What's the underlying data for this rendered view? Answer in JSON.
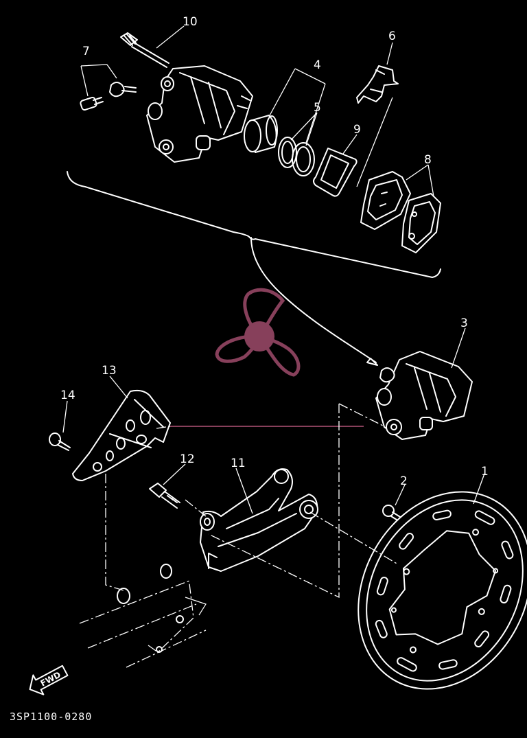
{
  "diagram": {
    "callouts": [
      "1",
      "2",
      "3",
      "4",
      "5",
      "6",
      "7",
      "8",
      "9",
      "10",
      "11",
      "12",
      "13",
      "14"
    ],
    "fwd_label": "FWD",
    "reference_code": "3SP1100-0280",
    "watermark_icon": "propeller-logo-icon",
    "colors": {
      "background": "#000000",
      "linework": "#ffffff",
      "watermark": "#b4567a"
    }
  }
}
